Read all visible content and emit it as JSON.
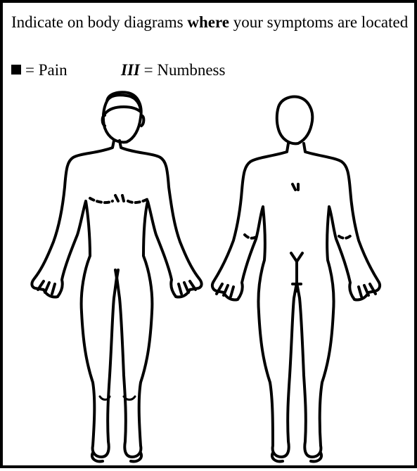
{
  "instruction": {
    "part1": "Indicate on body diagrams ",
    "emphasis": "where",
    "part2": " your symptoms are located"
  },
  "legend": {
    "pain_label": "= Pain",
    "numbness_symbol": "III",
    "numbness_label": "= Numbness"
  },
  "diagrams": {
    "front": "body-front-view",
    "back": "body-back-view"
  }
}
